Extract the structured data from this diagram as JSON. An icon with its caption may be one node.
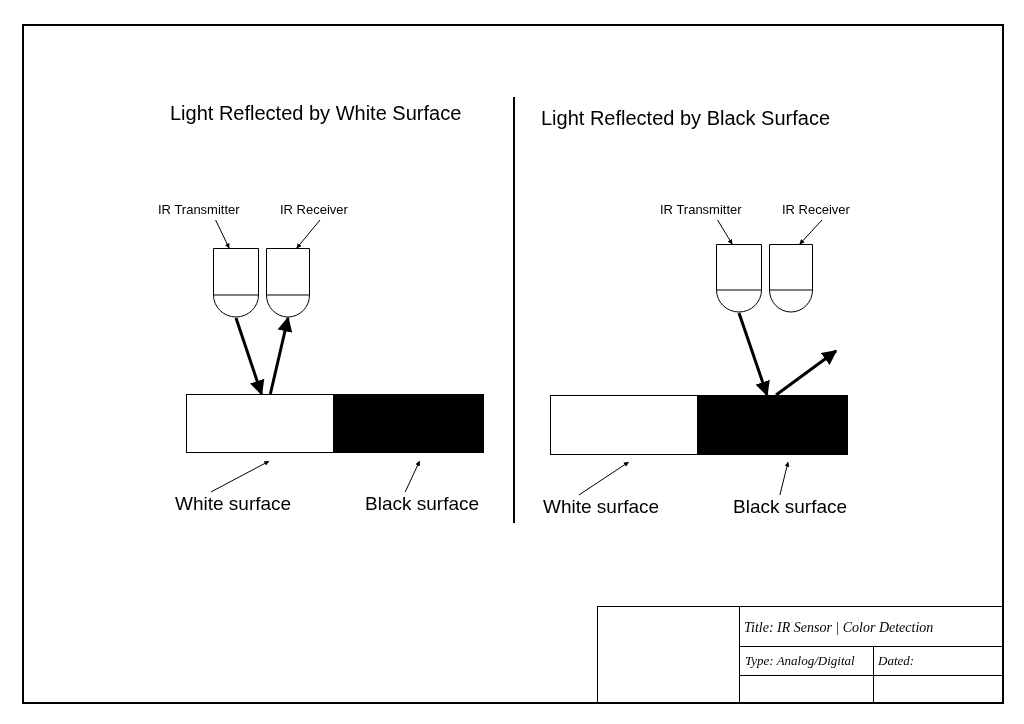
{
  "diagram": {
    "nodes": [
      {
        "text": [
          "IR Transmitter"
        ]
      },
      {
        "text": [
          "IR Receiver"
        ]
      },
      {
        "text": [],
        "shape": "picture"
      },
      {
        "text": [],
        "shape": "picture"
      },
      {
        "text": [],
        "shape": "bar"
      },
      {
        "text": [],
        "shape": "bar"
      },
      {
        "text": [
          "White surface"
        ]
      },
      {
        "text": [
          "Black surface"
        ]
      },
      {
        "text": [
          "IR Transmitter"
        ]
      },
      {
        "text": [
          "IR Receiver"
        ]
      },
      {
        "text": [],
        "shape": "picture"
      },
      {
        "text": [],
        "shape": "picture"
      },
      {
        "text": [],
        "shape": "bar"
      },
      {
        "text": [],
        "shape": "bar"
      },
      {
        "text": [
          "White surface"
        ]
      },
      {
        "text": [
          "Black surface"
        ]
      }
    ],
    "edges": [
      {
        "from": 0,
        "to": 2,
        "arrow": "to"
      },
      {
        "from": 1,
        "to": 3,
        "arrow": "to"
      },
      {
        "from": 2,
        "to": 4,
        "arrow": "to",
        "style": "thick"
      },
      {
        "from": 4,
        "to": 3,
        "arrow": "to",
        "style": "thick"
      },
      {
        "from": 6,
        "to": 4,
        "arrow": "to"
      },
      {
        "from": 7,
        "to": 5,
        "arrow": "to"
      },
      {
        "from": 8,
        "to": 10,
        "arrow": "to"
      },
      {
        "from": 9,
        "to": 11,
        "arrow": "to"
      },
      {
        "from": 10,
        "to": 13,
        "arrow": "to",
        "style": "thick"
      },
      {
        "from": 13,
        "to": null,
        "arrow": "to",
        "style": "thick"
      },
      {
        "from": 14,
        "to": 12,
        "arrow": "to"
      },
      {
        "from": 15,
        "to": 13,
        "arrow": "to"
      }
    ],
    "labels": [
      "Light Reflected by White Surface",
      "Light Reflected by Black Surface",
      "Title: IR Sensor | Color Detection",
      "Type: Analog/Digital",
      "Dated:"
    ]
  }
}
